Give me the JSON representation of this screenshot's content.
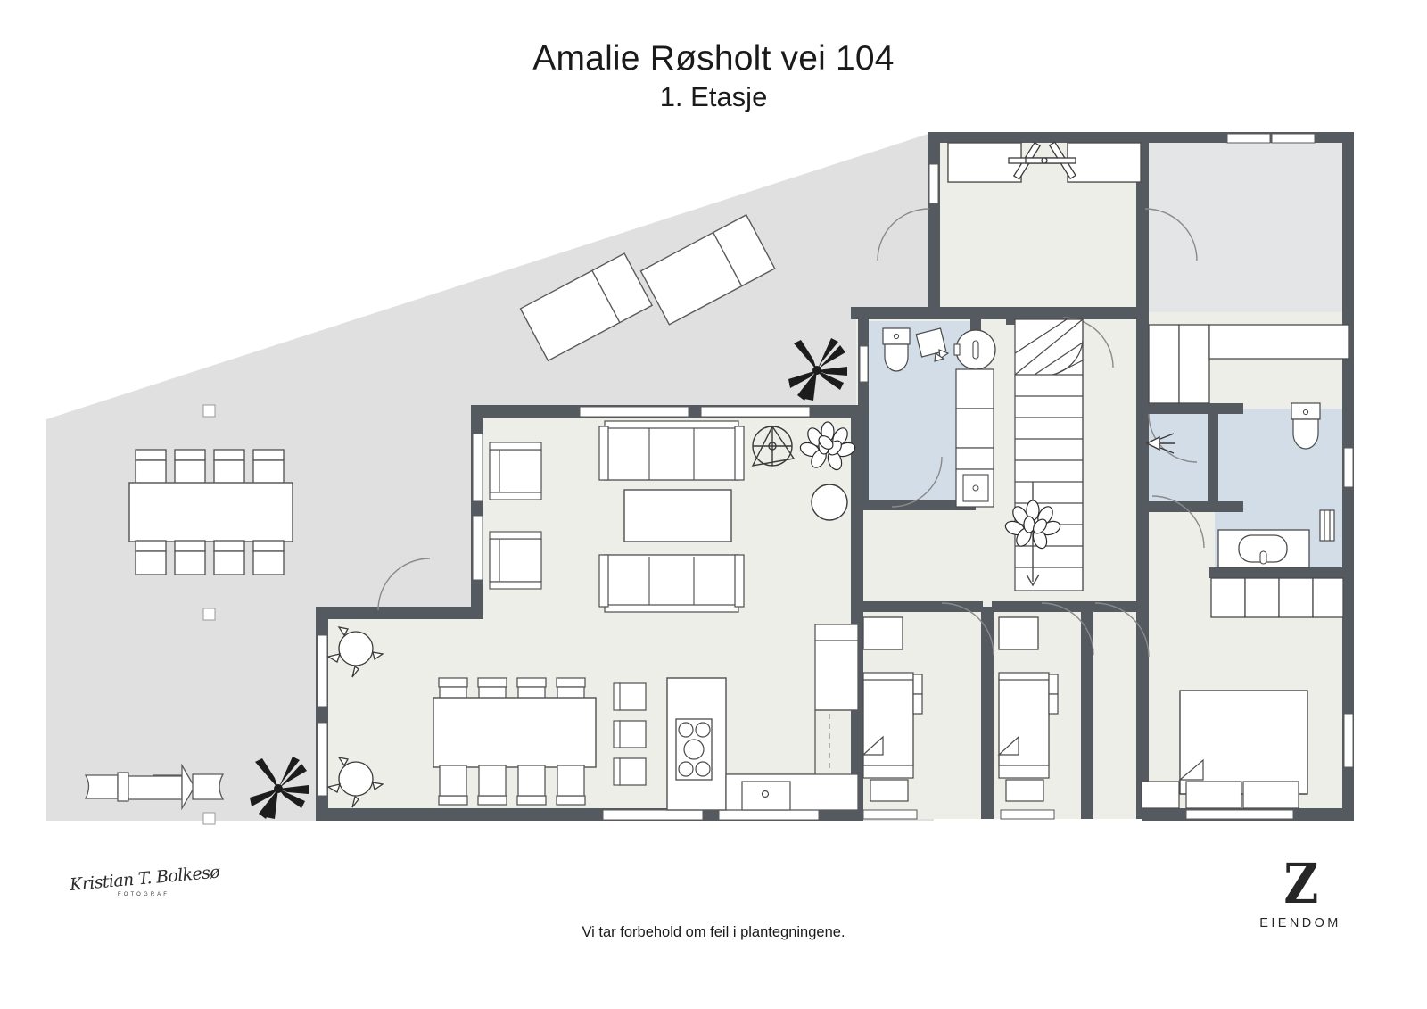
{
  "document": {
    "title": "Amalie Røsholt vei 104",
    "subtitle": "1. Etasje",
    "disclaimer": "Vi tar forbehold om feil i plantegningene."
  },
  "branding": {
    "logo_mark": "Z",
    "logo_word": "EIENDOM",
    "photographer_signature": "Kristian T. Bolkesø",
    "photographer_role": "FOTOGRAF"
  },
  "colors": {
    "wall": "#555a60",
    "wall_light": "#6d7278",
    "room_fill": "#eceee7",
    "terrace_fill": "#e0e0e0",
    "bath_fill": "#d3dde8",
    "grey_room_fill": "#e4e5e6",
    "furniture_stroke": "#5a5a5a",
    "furniture_fill": "#ffffff",
    "text": "#1a1a1a",
    "plant_dark": "#1c1c1c"
  },
  "plan": {
    "floor_label": "1. Etasje",
    "areas": [
      {
        "name": "terrace",
        "type": "outdoor",
        "fill": "#e0e0e0"
      },
      {
        "name": "living-room",
        "type": "indoor",
        "fill": "#eceee7"
      },
      {
        "name": "kitchen-dining",
        "type": "indoor",
        "fill": "#eceee7"
      },
      {
        "name": "hallway",
        "type": "indoor",
        "fill": "#eceee7"
      },
      {
        "name": "bathroom-laundry",
        "type": "wet-room",
        "fill": "#d3dde8"
      },
      {
        "name": "bathroom-master",
        "type": "wet-room",
        "fill": "#d3dde8"
      },
      {
        "name": "shower-room",
        "type": "wet-room",
        "fill": "#d3dde8"
      },
      {
        "name": "bedroom-1",
        "type": "indoor",
        "fill": "#eceee7"
      },
      {
        "name": "bedroom-2",
        "type": "indoor",
        "fill": "#eceee7"
      },
      {
        "name": "bedroom-master",
        "type": "indoor",
        "fill": "#eceee7"
      },
      {
        "name": "upper-room",
        "type": "indoor",
        "fill": "#eceee7"
      },
      {
        "name": "storage-room",
        "type": "indoor",
        "fill": "#e4e5e6"
      }
    ],
    "fixtures": [
      "outdoor-dining-table-8-chairs",
      "sun-lounger-1",
      "sun-lounger-2",
      "outdoor-bench-set",
      "palm-plant-outdoor-left",
      "palm-plant-outdoor-right",
      "sofa-top",
      "sofa-bottom",
      "coffee-table",
      "armchair-1",
      "armchair-2",
      "round-side-table",
      "decorative-wheel",
      "leafy-plant-living",
      "leafy-plant-stairs",
      "dining-table-8-chairs",
      "kitchen-island-cooktop",
      "bar-stool-1",
      "bar-stool-2",
      "bar-stool-3",
      "kitchen-counter",
      "kitchen-sink",
      "wc-laundry",
      "washing-machine",
      "sink-cabinet",
      "mirror-round",
      "staircase-winder",
      "stair-direction-arrow",
      "bed-single-1",
      "nightstand-1",
      "desk-1",
      "bed-single-2",
      "nightstand-2",
      "desk-2",
      "bed-double-master",
      "nightstand-master-left",
      "nightstand-master-right",
      "wardrobe-row-master",
      "wc-master",
      "vanity-basin-master",
      "shower-head",
      "towel-radiator",
      "wardrobe-upper-left",
      "wardrobe-upper-right",
      "ceiling-fan-x",
      "wardrobe-hall-right"
    ]
  }
}
